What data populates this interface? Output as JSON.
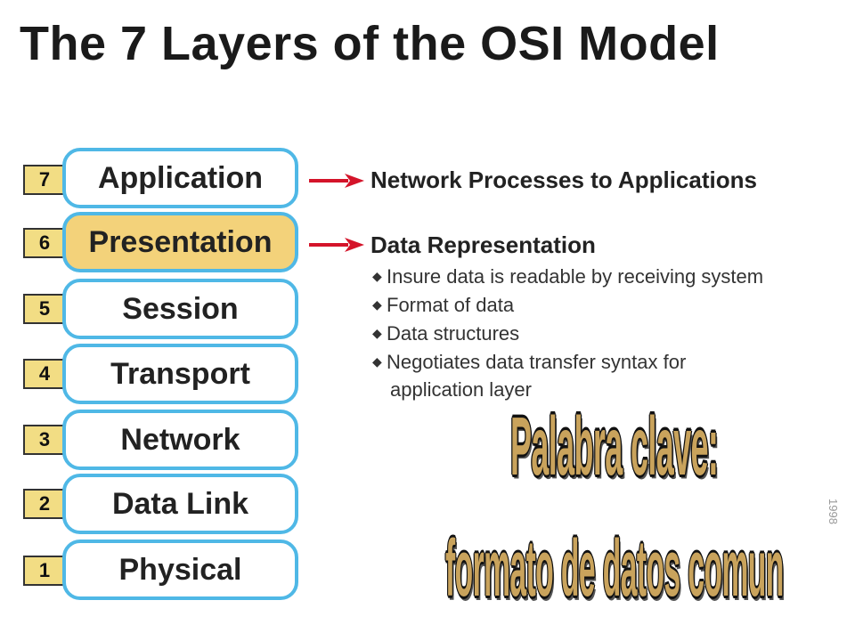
{
  "title": "The 7 Layers of the OSI Model",
  "layers": [
    {
      "number": "7",
      "name": "Application"
    },
    {
      "number": "6",
      "name": "Presentation"
    },
    {
      "number": "5",
      "name": "Session"
    },
    {
      "number": "4",
      "name": "Transport"
    },
    {
      "number": "3",
      "name": "Network"
    },
    {
      "number": "2",
      "name": "Data Link"
    },
    {
      "number": "1",
      "name": "Physical"
    }
  ],
  "highlighted_layer": "Presentation",
  "descriptions": {
    "application": "Network Processes to Applications",
    "presentation": {
      "heading": "Data Representation",
      "bullets": [
        "Insure data is readable by receiving system",
        "Format of data",
        "Data structures",
        "Negotiates data transfer syntax for"
      ],
      "bullet_continuation": "application layer"
    }
  },
  "keyword": {
    "line1": "Palabra clave:",
    "line2": "formato de datos comun"
  },
  "side_mark": "1998",
  "colors": {
    "layer_border": "#4fb8e6",
    "highlight_fill": "#f3d27a",
    "number_fill": "#f2dd84",
    "arrow": "#d4142a",
    "keyword_fill": "#c9a35c"
  }
}
